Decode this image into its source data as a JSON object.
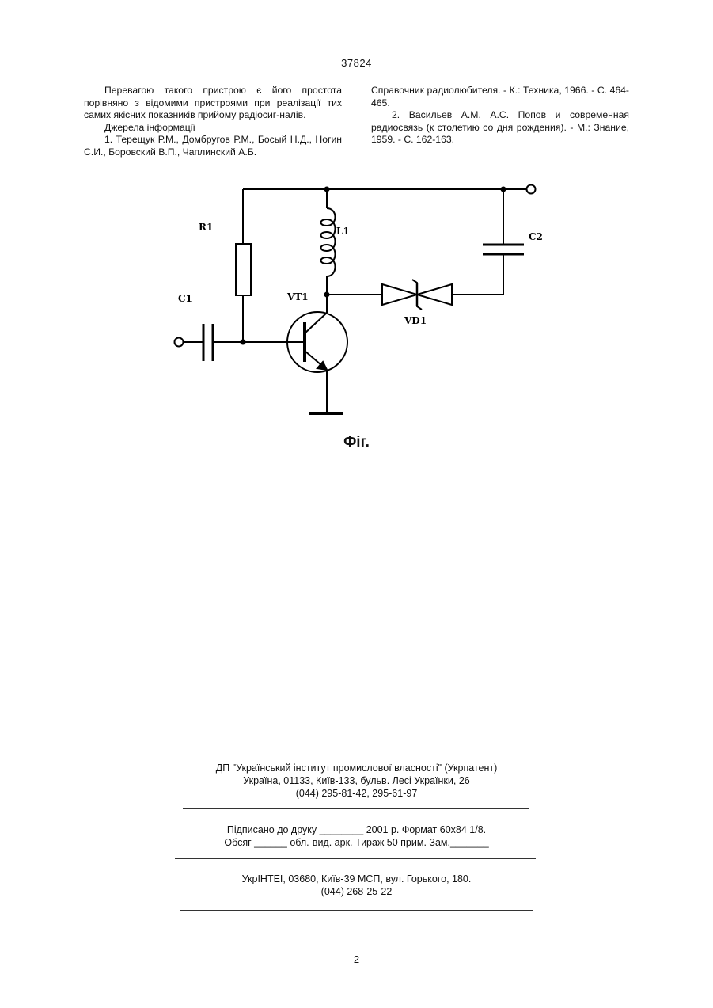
{
  "header": {
    "patent_number": "37824"
  },
  "left_column": {
    "p1": "Перевагою такого пристрою є його простота порівняно з відомими пристроями при реалізації тих самих якісних показників прийому радіосиг-налів.",
    "sources_heading": "Джерела інформації",
    "ref1": "1. Терещук Р.М., Домбругов Р.М., Босый Н.Д., Ногин С.И., Боровский В.П., Чаплинский А.Б."
  },
  "right_column": {
    "ref1_cont": "Справочник радиолюбителя. - К.: Техника, 1966. - С. 464-465.",
    "ref2": "2. Васильев А.М. А.С. Попов и современная радиосвязь (к столетию со дня рождения). - М.: Знание, 1959. - С. 162-163."
  },
  "figure": {
    "labels": {
      "r1": "R1",
      "l1": "L1",
      "c1": "C1",
      "c2": "C2",
      "vt1": "VT1",
      "vd1": "VD1"
    },
    "caption": "Фіг."
  },
  "imprint": {
    "org_line1": "ДП \"Український інститут промислової власності\" (Укрпатент)",
    "org_line2": "Україна, 01133, Київ-133, бульв. Лесі Українки, 26",
    "org_line3": "(044) 295-81-42, 295-61-97",
    "print_line1": "Підписано до друку ________ 2001 р.   Формат 60х84 1/8.",
    "print_line2": "Обсяг ______ обл.-вид. арк.  Тираж 50 прим.   Зам._______",
    "printer_line1": "УкрІНТЕІ, 03680, Київ-39 МСП, вул. Горького, 180.",
    "printer_line2": "(044) 268-25-22"
  },
  "footer": {
    "page_number": "2"
  }
}
